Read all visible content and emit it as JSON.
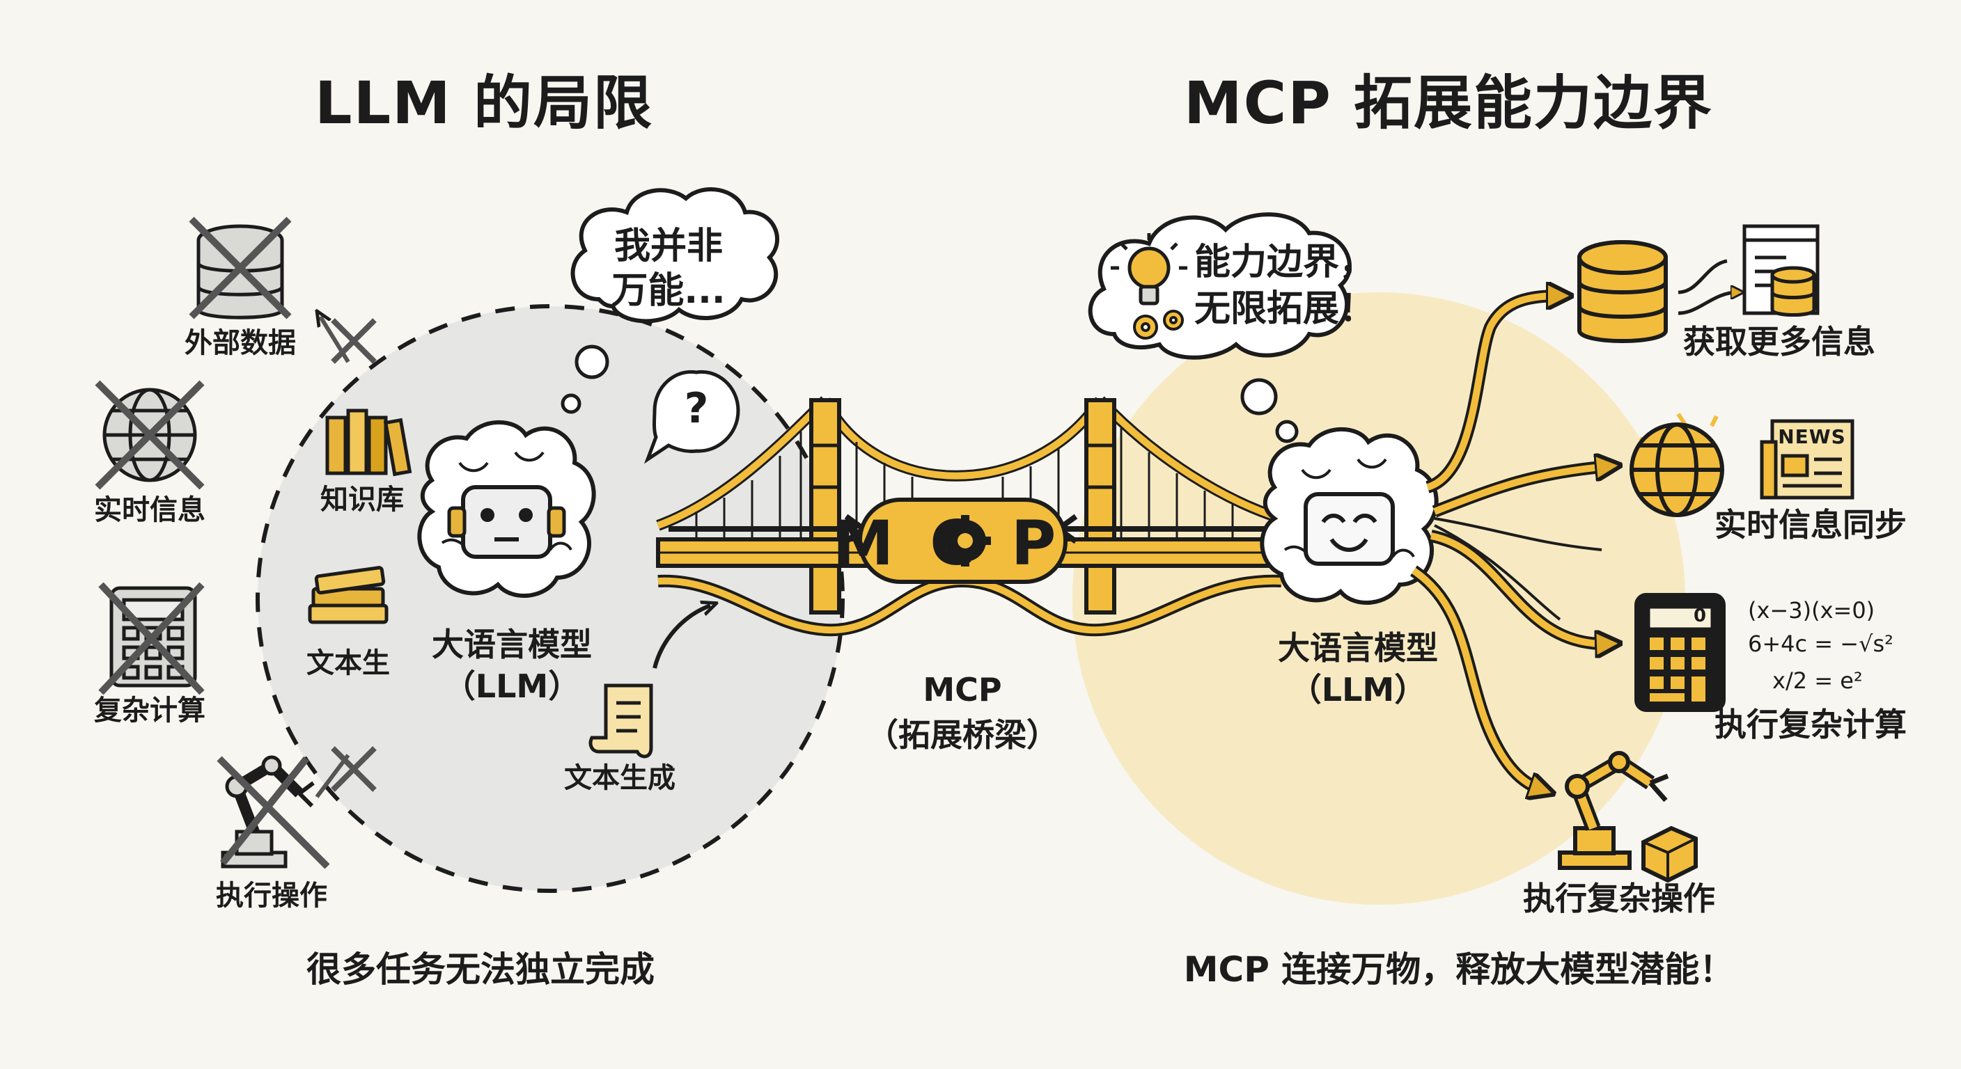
{
  "left": {
    "title": "LLM 的局限",
    "thought_line1": "我并非",
    "thought_line2": "万能...",
    "question_mark": "?",
    "model_line1": "大语言模型",
    "model_line2": "（LLM）",
    "inner_items": [
      "知识库",
      "文本生",
      "文本生成"
    ],
    "blocked_items": [
      "外部数据",
      "实时信息",
      "复杂计算",
      "执行操作"
    ],
    "footer": "很多任务无法独立完成"
  },
  "bridge": {
    "logo": "MCP",
    "caption_line1": "MCP",
    "caption_line2": "（拓展桥梁）"
  },
  "right": {
    "title": "MCP 拓展能力边界",
    "thought_line1": "能力边界，",
    "thought_line2": "无限拓展！",
    "model_line1": "大语言模型",
    "model_line2": "（LLM）",
    "capabilities": [
      "获取更多信息",
      "实时信息同步",
      "执行复杂计算",
      "执行复杂操作"
    ],
    "news_text": "NEWS",
    "calc_display": "0",
    "math_lines": [
      "(x−3)(x=0)",
      "6+4c = −√s²",
      "x/2 = e²"
    ],
    "footer": "MCP 连接万物，释放大模型潜能！"
  },
  "colors": {
    "accent": "#f2bd3c",
    "accent_dark": "#d9a21c",
    "right_bg": "#f7e6b3",
    "left_bg": "#e6e6e4",
    "ink": "#1c1c1c"
  }
}
